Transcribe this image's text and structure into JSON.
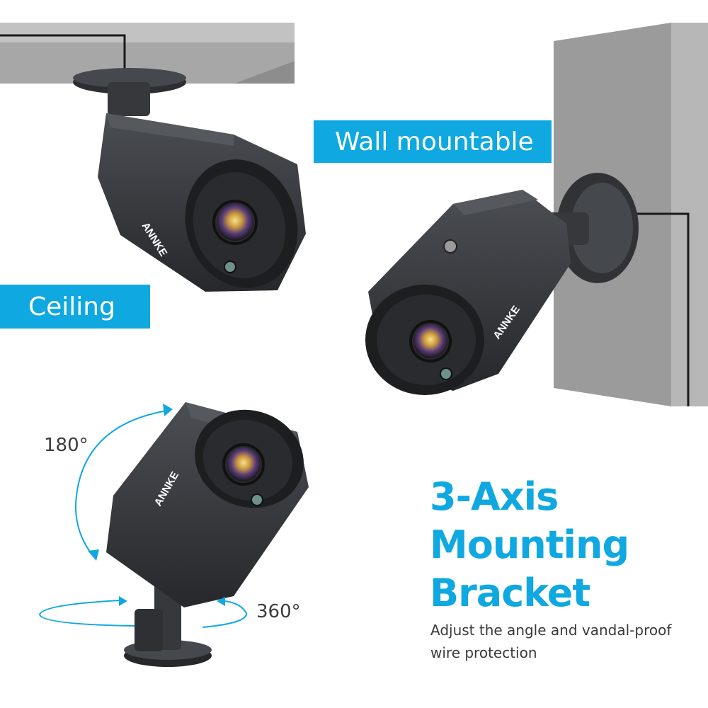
{
  "labels": {
    "ceiling": "Ceiling",
    "wall": "Wall mountable"
  },
  "camera": {
    "brand": "ANNKE"
  },
  "rotation": {
    "vertical": "180°",
    "horizontal": "360°"
  },
  "headline": {
    "line1": "3-Axis",
    "line2": "Mounting",
    "line3": "Bracket"
  },
  "description": "Adjust the angle and vandal-proof wire protection",
  "colors": {
    "accent": "#0fa8e0",
    "camera_body": "#3a3c40",
    "surface": "#9a9a9a",
    "text": "#3a3a3a"
  }
}
